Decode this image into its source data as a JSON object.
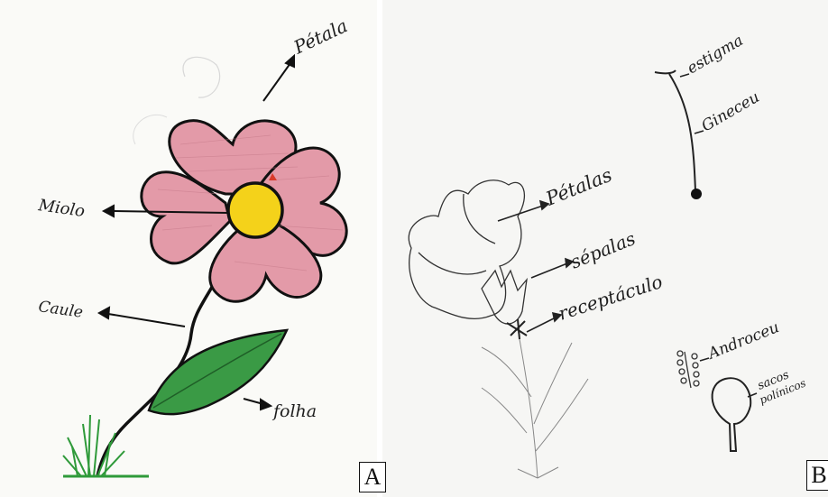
{
  "panel_a": {
    "panel_label": "A",
    "labels": {
      "petal": "Pétala",
      "center": "Miolo",
      "stem": "Caule",
      "leaf": "folha"
    }
  },
  "panel_b": {
    "panel_label": "B",
    "labels": {
      "petals": "Pétalas",
      "sepals": "sépalas",
      "receptacle": "receptáculo",
      "stigma": "estigma",
      "gynoecium": "Gineceu",
      "androecium": "Androceu",
      "pollen_sacs_line1": "sacos",
      "pollen_sacs_line2": "polínicos"
    }
  },
  "colors": {
    "petal_fill": "#e39aa8",
    "center_fill": "#f4d21a",
    "leaf_fill": "#3a9a45",
    "grass": "#2f9a3a",
    "ink": "#1a1a1a",
    "pencil": "#8a8a8a"
  }
}
